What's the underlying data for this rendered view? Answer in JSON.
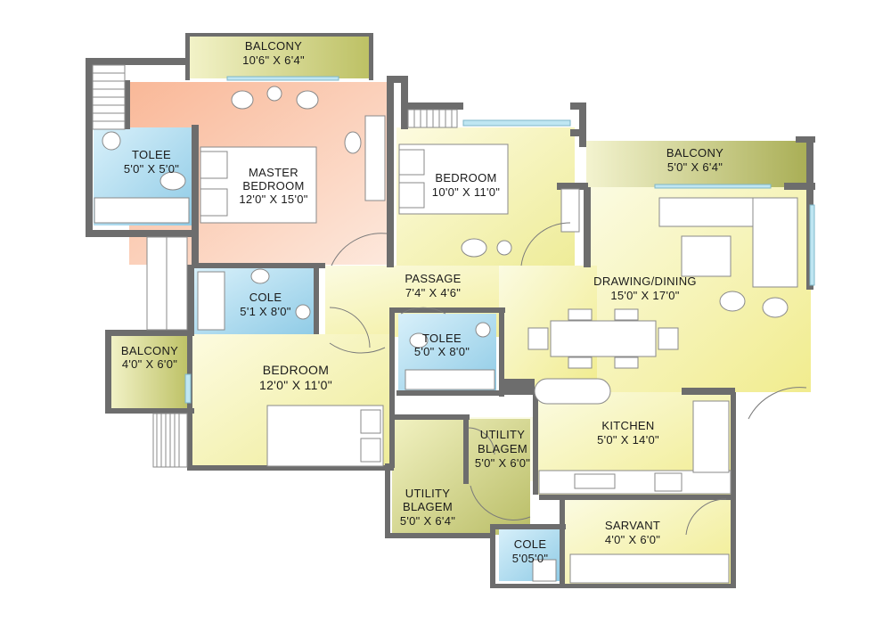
{
  "rooms": {
    "balcony_top": {
      "name": "BALCONY",
      "size": "10'6\" X 6'4\""
    },
    "toilet_master": {
      "name": "TOLEE",
      "size": "5'0\" X 5'0\""
    },
    "master_bedroom": {
      "name1": "MASTER",
      "name2": "BEDROOM",
      "size": "12'0\" X 15'0\""
    },
    "bedroom_top": {
      "name": "BEDROOM",
      "size": "10'0\" X 11'0\""
    },
    "balcony_right": {
      "name": "BALCONY",
      "size": "5'0\" X 6'4\""
    },
    "passage": {
      "name": "PASSAGE",
      "size": "7'4\" X 4'6\""
    },
    "drawing_dining": {
      "name": "DRAWING/DINING",
      "size": "15'0\" X 17'0\""
    },
    "cole_mid": {
      "name": "COLE",
      "size": "5'1 X 8'0\""
    },
    "balcony_left": {
      "name": "BALCONY",
      "size": "4'0\" X 6'0\""
    },
    "bedroom_bottom": {
      "name": "BEDROOM",
      "size": "12'0\" X 11'0\""
    },
    "toilet_center": {
      "name": "TOLEE",
      "size": "5'0\" X 8'0\""
    },
    "kitchen": {
      "name": "KITCHEN",
      "size": "5'0\" X 14'0\""
    },
    "utility_inner": {
      "name1": "UTILITY",
      "name2": "BLAGEM",
      "size": "5'0\" X 6'0\""
    },
    "utility_outer": {
      "name1": "UTILITY",
      "name2": "BLAGEM",
      "size": "5'0\" X 6'4\""
    },
    "servant": {
      "name": "SARVANT",
      "size": "4'0\" X 6'0\""
    },
    "cole_small": {
      "name": "COLE",
      "size": "5'05'0\""
    }
  },
  "colors": {
    "balcony": "#d9dd8f",
    "master": "#f7c4a8",
    "toilet": "#bfe3f4",
    "bedroom": "#f4f3b8",
    "living": "#f5f2a8",
    "wall": "#6d6d6d"
  }
}
